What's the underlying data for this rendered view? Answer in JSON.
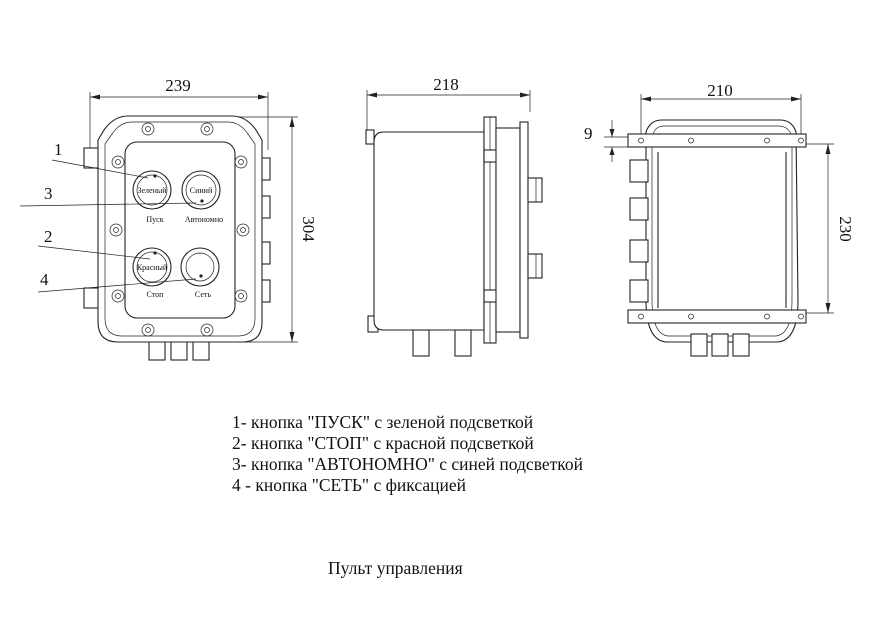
{
  "front_view": {
    "width_dim": "239",
    "height_dim": "304",
    "callouts": [
      "1",
      "3",
      "2",
      "4"
    ],
    "buttons": [
      {
        "label_in": "Зеленый",
        "label_below": "Пуск"
      },
      {
        "label_in": "Синий",
        "label_below": "Автономно"
      },
      {
        "label_in": "Красный",
        "label_below": "Стоп"
      },
      {
        "label_in": "",
        "label_below": "Сеть"
      }
    ]
  },
  "side_view": {
    "width_dim": "218"
  },
  "top_view": {
    "width_dim": "210",
    "height_dim": "230",
    "offset_dim": "9"
  },
  "legend": [
    "1- кнопка \"ПУСК\" с зеленой подсветкой",
    "2- кнопка \"СТОП\" с красной подсветкой",
    "3- кнопка \"АВТОНОМНО\" с синей подсветкой",
    "4 - кнопка \"СЕТЬ\" с фиксацией"
  ],
  "caption": "Пульт управления"
}
